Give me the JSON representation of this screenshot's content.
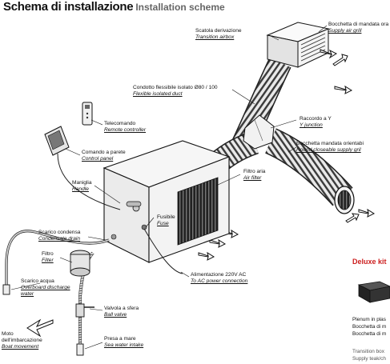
{
  "title": {
    "it": "Schema di installazione",
    "en": "Installation scheme"
  },
  "labels": {
    "transition_airbox": {
      "it": "Scatola derivazione",
      "en": "Transition airbox"
    },
    "supply_air_grill": {
      "it": "Bocchetta di mandata ora",
      "en": "Supply air grill"
    },
    "flexible_duct": {
      "it": "Condotto flessibile isolato Ø80 / 100",
      "en": "Flexible isolated duct"
    },
    "remote_controller": {
      "it": "Telecomando",
      "en": "Remote controller"
    },
    "y_junction": {
      "it": "Raccordo a Y",
      "en": "Y junction"
    },
    "round_grill": {
      "it": "Bocchetta mandata orientabi",
      "en": "Round closeable supply gril"
    },
    "control_panel": {
      "it": "Comando a parete",
      "en": "Control panel"
    },
    "air_filter": {
      "it": "Filtro aria",
      "en": "Air filter"
    },
    "handle": {
      "it": "Maniglia",
      "en": "Handle"
    },
    "fuse": {
      "it": "Fusibile",
      "en": "Fuse"
    },
    "condensate_drain": {
      "it": "Scarico condensa",
      "en": "Condensate drain"
    },
    "filter": {
      "it": "Filtro",
      "en": "Filter"
    },
    "power_connection": {
      "it": "Alimentazione 220V AC",
      "en": "To AC power connection"
    },
    "overboard_discharge": {
      "it": "Scarico acqua",
      "en": "Overboard discharge water"
    },
    "ball_valve": {
      "it": "Valvola a sfera",
      "en": "Ball valve"
    },
    "boat_movement": {
      "it": "Moto dell'imbarcazione",
      "en": "Boat movement"
    },
    "sea_water_intake": {
      "it": "Presa a mare",
      "en": "Sea water intake"
    }
  },
  "kit": {
    "title": "Deluxe kit",
    "lines": [
      "Plenum in plas",
      "Bocchetta di m",
      "Bocchetta di m"
    ],
    "footer": [
      "Transition box",
      "Supply teak/ch"
    ]
  }
}
